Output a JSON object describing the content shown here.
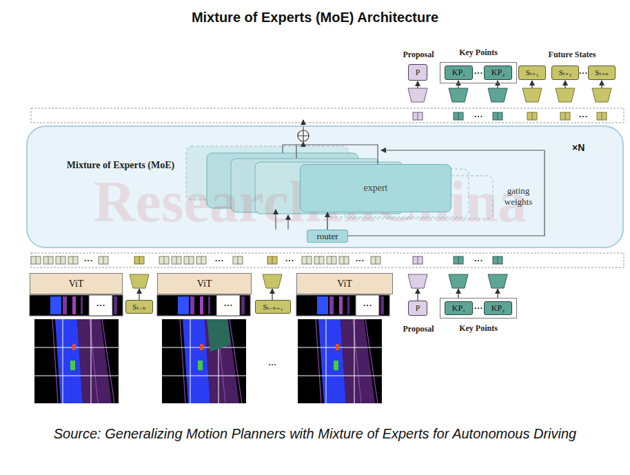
{
  "diagram": {
    "title": "Mixture of Experts (MoE) Architecture",
    "caption": "Source: Generalizing Motion Planners with Mixture of Experts for Autonomous Driving",
    "nodes": [
      {
        "text": [
          "Mixture of Experts (MoE)",
          "×N"
        ]
      },
      {
        "text": [
          "expert"
        ],
        "in": 0
      },
      {
        "text": [
          "router"
        ],
        "in": 0
      },
      {
        "text": [
          "P"
        ]
      },
      {
        "text": [
          "Key Points"
        ]
      },
      {
        "text": [
          "KP₁"
        ],
        "in": 4
      },
      {
        "text": [
          "KP₂"
        ],
        "in": 4
      },
      {
        "text": [
          "Sₜ₊₁"
        ]
      },
      {
        "text": [
          "Sₜ₊₂"
        ]
      },
      {
        "text": [
          "Sₜ₊ₙ"
        ]
      },
      {
        "text": [
          "ViT"
        ]
      },
      {
        "text": [
          "ViT"
        ]
      },
      {
        "text": [
          "ViT"
        ]
      },
      {
        "text": [
          "Sₜ₋ₕ"
        ]
      },
      {
        "text": [
          "Sₜ₋ₕ₊₁"
        ]
      },
      {
        "text": [
          "P"
        ]
      },
      {
        "text": [
          "Key Points"
        ]
      },
      {
        "text": [
          "KP₁"
        ],
        "in": 16
      },
      {
        "text": [
          "KP₂"
        ],
        "in": 16
      }
    ],
    "edges": [
      {
        "from": 2,
        "to": 1,
        "arrow": "to"
      }
    ],
    "labels": [
      "Proposal",
      "Future States",
      "···",
      "···",
      "···",
      "···",
      "gating weights",
      "···",
      "···",
      "···",
      "···",
      "···",
      "···",
      "···",
      "···",
      "...",
      "···",
      "Proposal",
      "ResearchInChina"
    ]
  }
}
